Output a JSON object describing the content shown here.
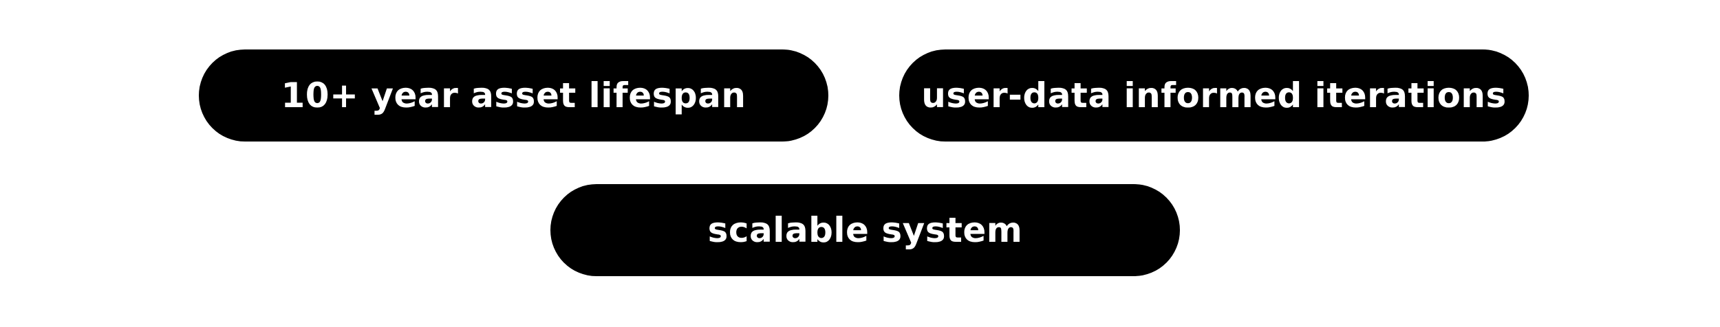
{
  "tags": [
    {
      "label": "10+ year asset lifespan"
    },
    {
      "label": "user-data informed iterations"
    },
    {
      "label": "scalable system"
    }
  ],
  "colors": {
    "pill_background": "#000000",
    "pill_text": "#ffffff",
    "page_background": "#ffffff"
  }
}
